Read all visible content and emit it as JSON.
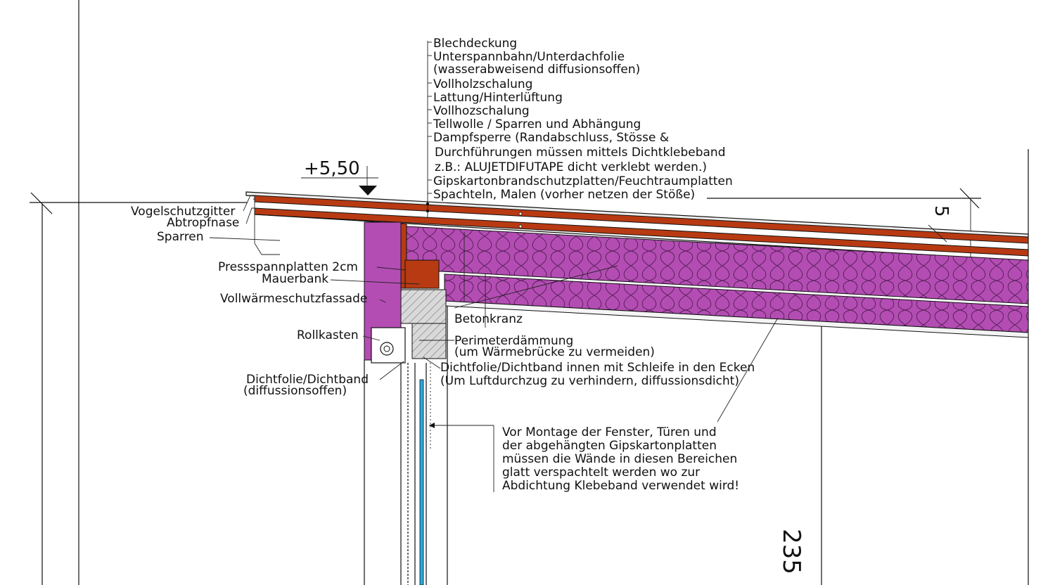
{
  "diagram": {
    "level_mark": "+5,50",
    "dim_right_top": "5",
    "dim_right_bottom": "235",
    "layers": [
      "Blechdeckung",
      "Unterspannbahn/Unterdachfolie",
      "(wasserabweisend  diffusionsoffen)",
      "Vollholzschalung",
      "Lattung/Hinterlüftung",
      "Vollhozschalung",
      "Tellwolle  /  Sparren    und  Abhängung",
      "Dampfsperre  (Randabschluss,  Stösse  &",
      "Durchführungen  müssen  mittels  Dichtklebeband",
      "z.B.:  ALUJETDIFUTAPE  dicht  verklebt  werden.)",
      "Gipskartonbrandschutzplatten/Feuchtraumplatten",
      "Spachteln,  Malen  (vorher  netzen  der  Stöße)"
    ],
    "left_labels": {
      "vogelschutz": "Vogelschutzgitter",
      "abtropf": "Abtropfnase",
      "sparren": "Sparren",
      "pressspan": "Pressspannplatten  2cm",
      "mauerbank": "Mauerbank",
      "vollwaerme": "Vollwärmeschutzfassade",
      "rollkasten": "Rollkasten",
      "dichtfolie_out_1": "Dichtfolie/Dichtband",
      "dichtfolie_out_2": "(diffussionsoffen)"
    },
    "center_labels": {
      "betonkranz": "Betonkranz",
      "perimeter_1": "Perimeterdämmung",
      "perimeter_2": "(um  Wärmebrücke  zu  vermeiden)",
      "dichtfolie_in_1": "Dichtfolie/Dichtband  innen  mit  Schleife  in  den  Ecken",
      "dichtfolie_in_2": "(Um  Luftdurchzug  zu  verhindern,  diffussionsdicht)"
    },
    "note_lines": [
      "Vor  Montage  der  Fenster,  Türen  und",
      "der  abgehängten  Gipskartonplatten",
      "müssen  die  Wände  in  diesen  Bereichen",
      "glatt  verspachtelt  werden  wo  zur",
      "Abdichtung  Klebeband  verwendet  wird!"
    ],
    "colors": {
      "rafter": "#b83a12",
      "insulation": "#b34db3",
      "concrete": "#d6d6d6",
      "glass": "#2aa8e0"
    }
  }
}
